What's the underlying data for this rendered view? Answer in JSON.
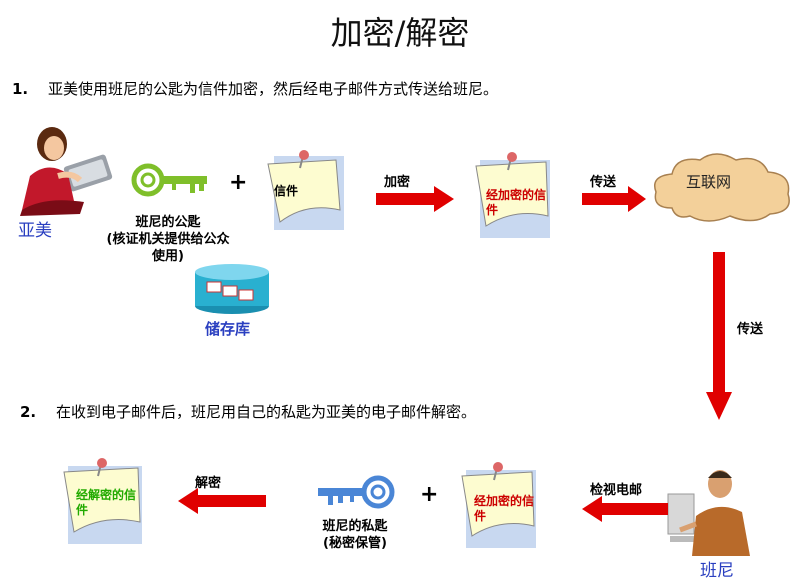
{
  "title": "加密/解密",
  "step1": {
    "number": "1.",
    "text": "亚美使用班尼的公匙为信件加密，然后经电子邮件方式传送给班尼。"
  },
  "step2": {
    "number": "2.",
    "text": "在收到电子邮件后，班尼用自己的私匙为亚美的电子邮件解密。"
  },
  "labels": {
    "amy": "亚美",
    "public_key_line1": "班尼的公匙",
    "public_key_line2": "(核证机关提供给公众",
    "public_key_line3": "使用)",
    "repository": "储存库",
    "letter": "信件",
    "encrypt": "加密",
    "encrypted_letter_a": "经加密的信",
    "encrypted_letter_b": "件",
    "send1": "传送",
    "internet": "互联网",
    "send2": "传送",
    "check_email": "检视电邮",
    "benny": "班尼",
    "encrypted_letter2_a": "经加密的信",
    "encrypted_letter2_b": "件",
    "private_key_line1": "班尼的私匙",
    "private_key_line2": "(秘密保管)",
    "decrypt": "解密",
    "decrypted_letter_a": "经解密的信",
    "decrypted_letter_b": "件",
    "plus": "+"
  },
  "colors": {
    "arrow": "#e00000",
    "key_public": "#7fbf2a",
    "key_private": "#4a86d6",
    "note_paper": "#fdfcd0",
    "note_shadow": "#c8d8f0",
    "encrypted_text": "#cc0000",
    "decrypted_text": "#22aa00",
    "label_blue": "#2a3fc0"
  }
}
